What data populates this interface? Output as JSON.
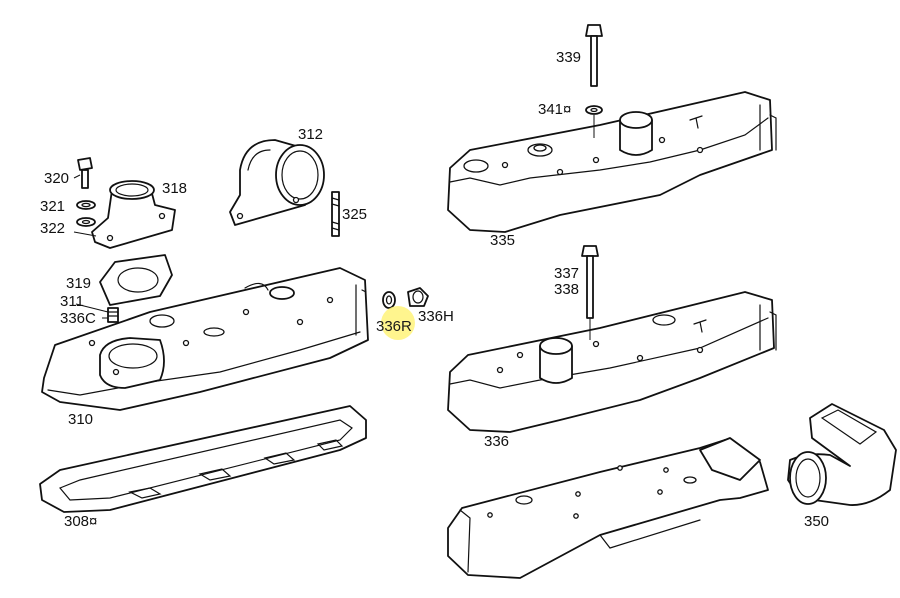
{
  "highlight_color": "#fff37a",
  "labels": {
    "p339": "339",
    "p341": "341¤",
    "p335": "335",
    "p312": "312",
    "p318": "318",
    "p320": "320",
    "p321": "321",
    "p322": "322",
    "p325": "325",
    "p319": "319",
    "p311": "311",
    "p336c": "336C",
    "p336r": "336R",
    "p336h": "336H",
    "p337": "337",
    "p338": "338",
    "p310": "310",
    "p336": "336",
    "p308": "308¤",
    "p350": "350"
  }
}
